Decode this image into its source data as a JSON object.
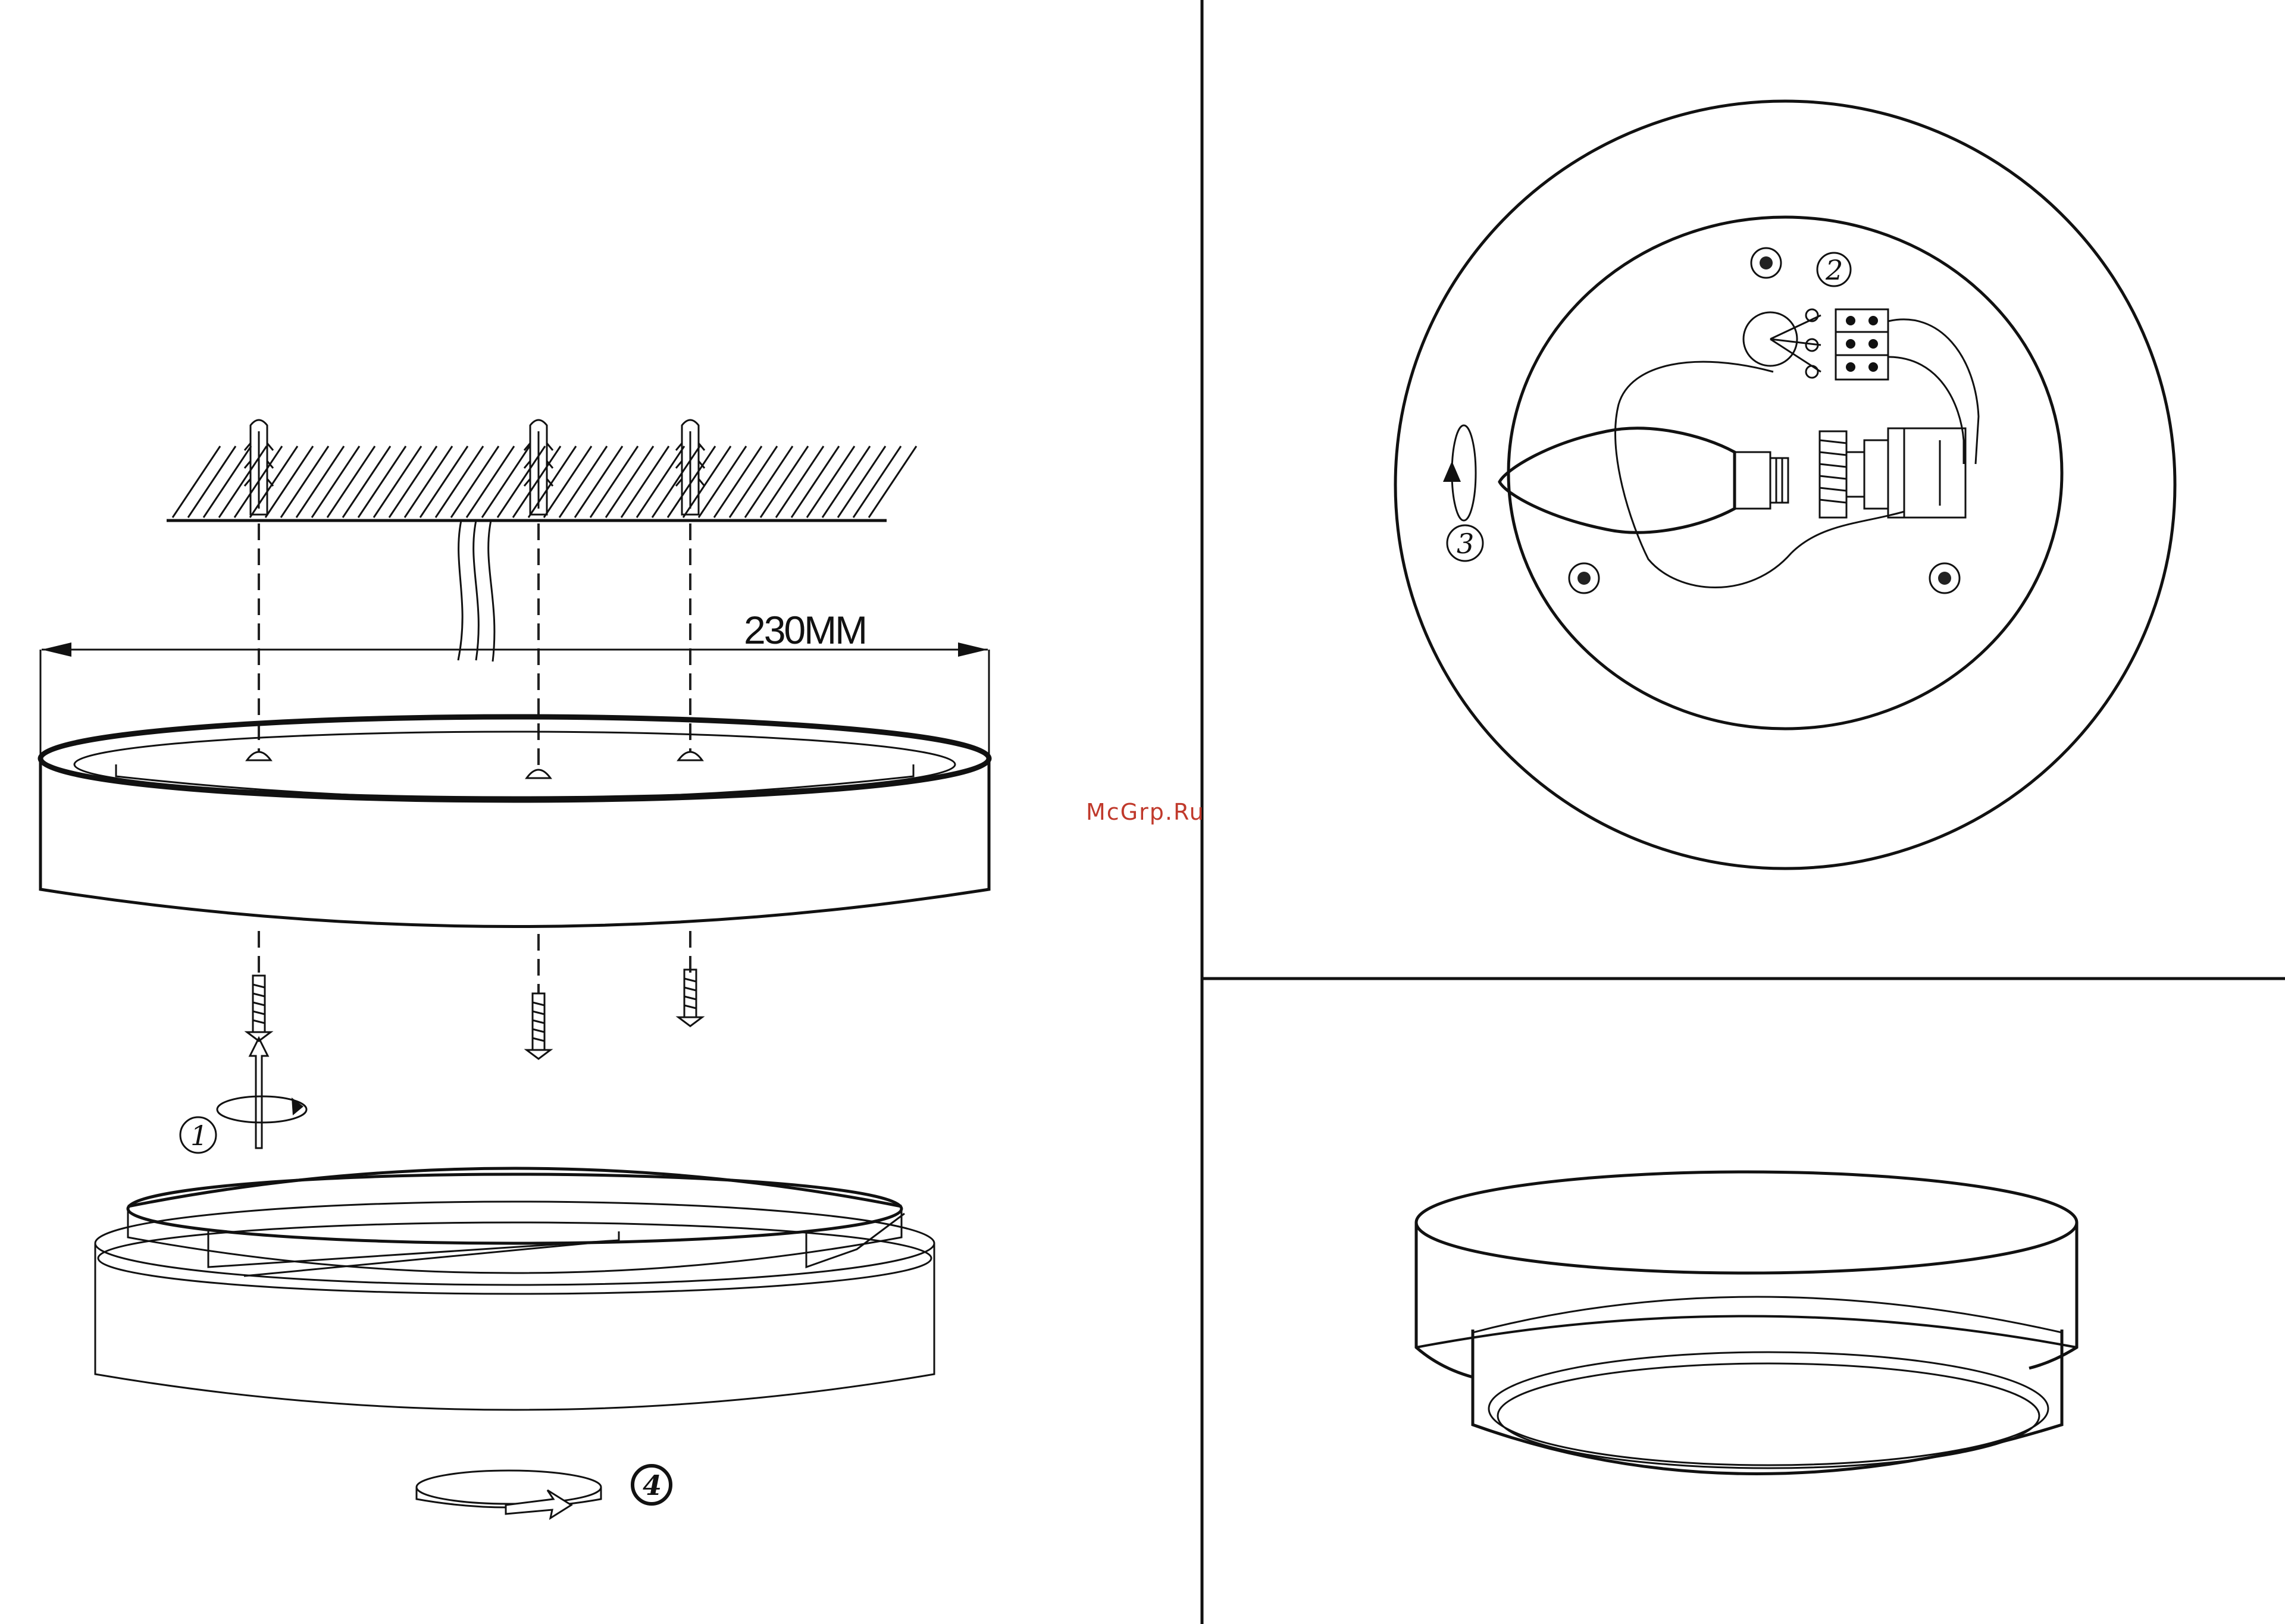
{
  "diagram": {
    "dimension_label": "230MM",
    "steps": [
      "1",
      "2",
      "3",
      "4"
    ],
    "watermark": "McGrp.Ru"
  },
  "colors": {
    "line": "#111111",
    "watermark": "#c0392b",
    "background": "#ffffff"
  },
  "icons": [
    "ceiling-hatch",
    "wall-plug-icon",
    "screw-icon",
    "rotate-arrow-icon",
    "lamp-bulb-icon",
    "terminal-block-icon",
    "bulb-socket-icon"
  ]
}
